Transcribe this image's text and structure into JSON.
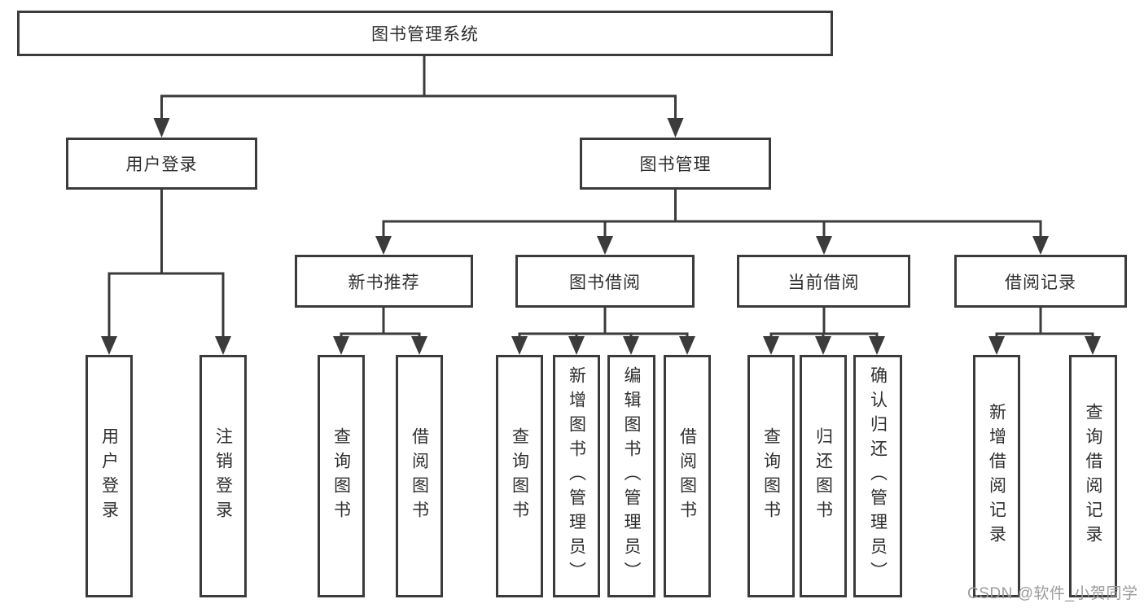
{
  "diagram": {
    "root": {
      "label": "图书管理系统"
    },
    "level2": {
      "user_login": {
        "label": "用户登录",
        "children": [
          "用户登录",
          "注销登录"
        ]
      },
      "book_mgmt": {
        "label": "图书管理"
      }
    },
    "level3": {
      "new_books": {
        "label": "新书推荐",
        "children": [
          "查询图书",
          "借阅图书"
        ]
      },
      "book_borrow": {
        "label": "图书借阅",
        "children": [
          "查询图书",
          "新增图书（管理员）",
          "编辑图书（管理员）",
          "借阅图书"
        ]
      },
      "current_borrow": {
        "label": "当前借阅",
        "children": [
          "查询图书",
          "归还图书",
          "确认归还（管理员）"
        ]
      },
      "borrow_records": {
        "label": "借阅记录",
        "children": [
          "新增借阅记录",
          "查询借阅记录"
        ]
      }
    }
  },
  "watermark": {
    "text": "CSDN @软件_小贺同学"
  },
  "colors": {
    "line": "#3b3b3b",
    "text": "#2e2e2e",
    "watermark": "#9b9b9b",
    "background": "#ffffff"
  }
}
